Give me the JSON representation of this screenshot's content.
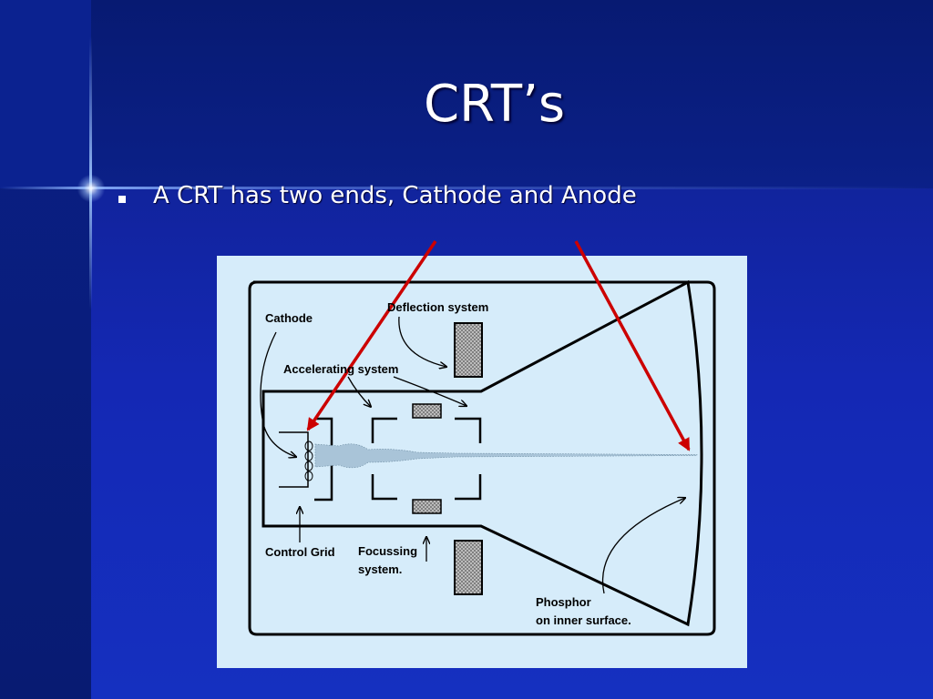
{
  "slide": {
    "title": "CRT’s",
    "bullet": "A CRT has two ends, Cathode and Anode"
  },
  "diagram": {
    "labels": {
      "cathode": "Cathode",
      "deflection": "Deflection system",
      "accelerating": "Accelerating system",
      "control_grid": "Control Grid",
      "focussing_1": "Focussing",
      "focussing_2": "system.",
      "phosphor_1": "Phosphor",
      "phosphor_2": "on inner surface."
    }
  },
  "colors": {
    "background": "#1428b4",
    "diagram_background": "#d6ecfa",
    "pointer_arrow": "#cc0000"
  }
}
